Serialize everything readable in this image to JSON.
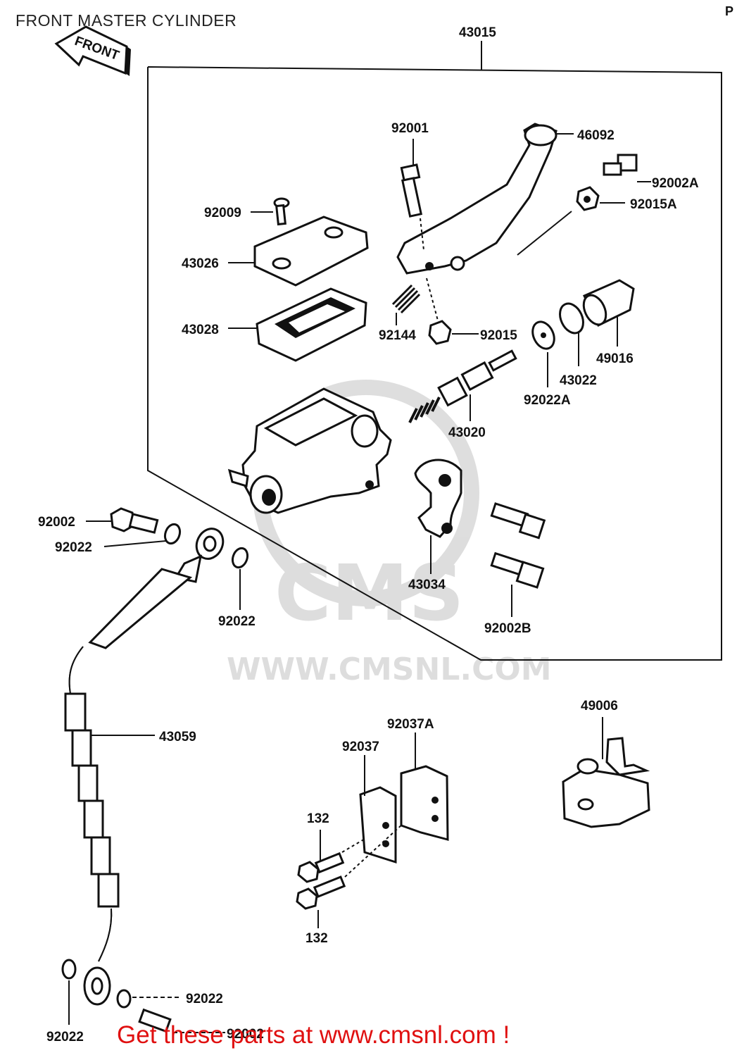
{
  "title": "FRONT MASTER CYLINDER",
  "corner_mark": "P",
  "front_arrow": "FRONT",
  "watermark": {
    "logo": "CMS",
    "url": "WWW.CMSNL.COM"
  },
  "footer": "Get these parts at www.cmsnl.com !",
  "parts": {
    "p43015": "43015",
    "p92001": "92001",
    "p46092": "46092",
    "p92002A": "92002A",
    "p92015A": "92015A",
    "p92009": "92009",
    "p43026": "43026",
    "p43028": "43028",
    "p92144": "92144",
    "p92015": "92015",
    "p49016": "49016",
    "p43022": "43022",
    "p92022A": "92022A",
    "p43020": "43020",
    "p92002": "92002",
    "p92022_a": "92022",
    "p92022_b": "92022",
    "p43034": "43034",
    "p92002B": "92002B",
    "p49006": "49006",
    "p92037A": "92037A",
    "p92037": "92037",
    "p43059": "43059",
    "p132_a": "132",
    "p132_b": "132",
    "p92022_c": "92022",
    "p92022_d": "92022",
    "p92002_b": "92002"
  }
}
